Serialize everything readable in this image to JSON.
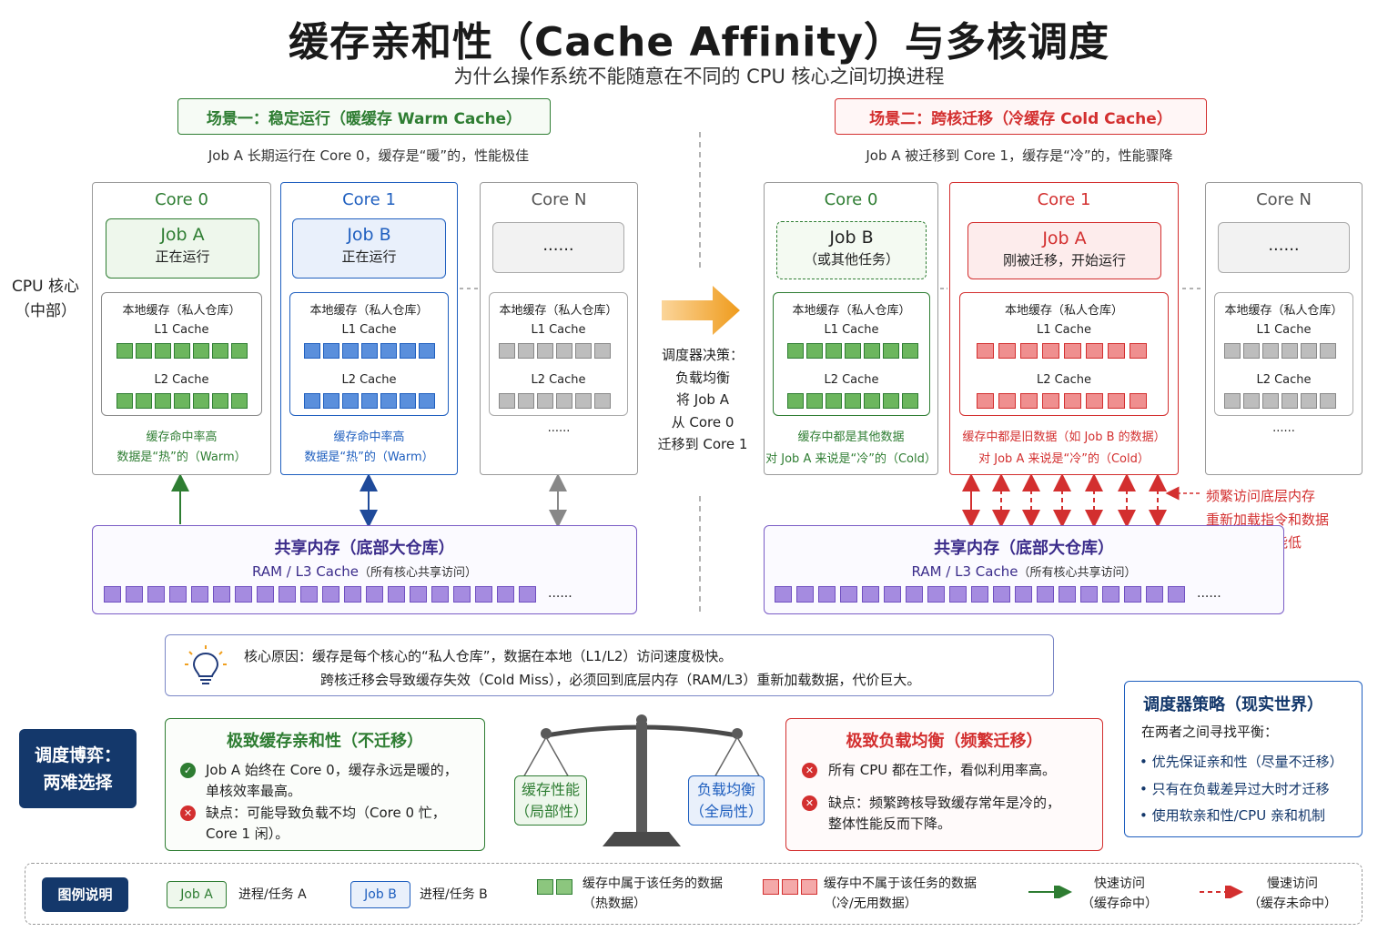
{
  "header": {
    "title": "缓存亲和性（Cache Affinity）与多核调度",
    "subtitle": "为什么操作系统不能随意在不同的 CPU 核心之间切换进程"
  },
  "scene1": {
    "label": "场景一：稳定运行（暖缓存 Warm Cache）",
    "desc": "Job A 长期运行在 Core 0，缓存是“暖”的，性能极佳"
  },
  "scene2": {
    "label": "场景二：跨核迁移（冷缓存 Cold Cache）",
    "desc": "Job A 被迁移到 Core 1，缓存是“冷”的，性能骤降"
  },
  "cpu_label": [
    "CPU 核心",
    "（中部）"
  ],
  "common": {
    "local_cache": "本地缓存（私人仓库）",
    "l1": "L1 Cache",
    "l2": "L2 Cache",
    "ellipsis": "......",
    "dots": "......"
  },
  "left": {
    "core0": {
      "title": "Core 0",
      "job": "Job A",
      "status": "正在运行",
      "note1": "缓存命中率高",
      "note2": "数据是“热”的（Warm）"
    },
    "core1": {
      "title": "Core 1",
      "job": "Job B",
      "status": "正在运行",
      "note1": "缓存命中率高",
      "note2": "数据是“热”的（Warm）"
    },
    "coreN": {
      "title": "Core N"
    }
  },
  "right": {
    "core0": {
      "title": "Core 0",
      "job": "Job B",
      "status": "（或其他任务）",
      "note1": "缓存中都是其他数据",
      "note2": "对 Job A 来说是“冷”的（Cold）"
    },
    "core1": {
      "title": "Core 1",
      "job": "Job A",
      "status": "刚被迁移，开始运行",
      "note1": "缓存中都是旧数据（如 Job B 的数据）",
      "note2": "对 Job A 来说是“冷”的（Cold）"
    },
    "coreN": {
      "title": "Core N"
    }
  },
  "scheduler": [
    "调度器决策：",
    "负载均衡",
    "将 Job A",
    "从 Core 0",
    "迁移到 Core 1"
  ],
  "mem": {
    "title": "共享内存（底部大仓库）",
    "sub": "RAM / L3 Cache",
    "sub_note": "（所有核心共享访问）"
  },
  "slow_note": [
    "频繁访问底层内存",
    "重新加载指令和数据",
    "延迟高，性能低"
  ],
  "reason": {
    "line1": "核心原因：缓存是每个核心的“私人仓库”，数据在本地（L1/L2）访问速度极快。",
    "line2": "跨核迁移会导致缓存失效（Cold Miss），必须回到底层内存（RAM/L3）重新加载数据，代价巨大。"
  },
  "dilemma": [
    "调度博弈：",
    "两难选择"
  ],
  "affinity": {
    "title": "极致缓存亲和性（不迁移）",
    "pro1": "Job A 始终在 Core 0，缓存永远是暖的，",
    "pro2": "单核效率最高。",
    "con1": "缺点：可能导致负载不均（Core 0 忙，",
    "con2": "Core 1 闲）。"
  },
  "balance_left": [
    "缓存性能",
    "（局部性）"
  ],
  "balance_right": [
    "负载均衡",
    "（全局性）"
  ],
  "loadbal": {
    "title": "极致负载均衡（频繁迁移）",
    "pro1": "所有 CPU 都在工作，看似利用率高。",
    "con1": "缺点：频繁跨核导致缓存常年是冷的，",
    "con2": "整体性能反而下降。"
  },
  "strategy": {
    "title": "调度器策略（现实世界）",
    "intro": "在两者之间寻找平衡：",
    "items": [
      "优先保证亲和性（尽量不迁移）",
      "只有在负载差异过大时才迁移",
      "使用软亲和性/CPU 亲和机制"
    ]
  },
  "legend": {
    "title": "图例说明",
    "joba": "Job A",
    "joba_desc": "进程/任务 A",
    "jobb": "Job B",
    "jobb_desc": "进程/任务 B",
    "hot1": "缓存中属于该任务的数据",
    "hot2": "（热数据）",
    "cold1": "缓存中不属于该任务的数据",
    "cold2": "（冷/无用数据）",
    "fast1": "快速访问",
    "fast2": "（缓存命中）",
    "slow1": "慢速访问",
    "slow2": "（缓存未命中）"
  },
  "colors": {
    "green": "#2e7d32",
    "blue": "#1f5fbf",
    "red": "#d32f2f",
    "purple": "#6f4fc0",
    "navy": "#14386b",
    "gray": "#8a8a8a"
  },
  "icons": {
    "arrow": "orange-right-arrow",
    "bulb": "lightbulb-icon",
    "scale": "balance-scale-icon"
  }
}
